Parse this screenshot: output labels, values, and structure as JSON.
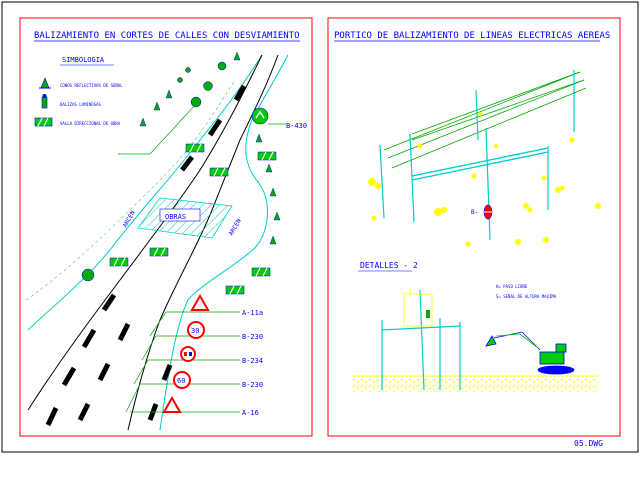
{
  "colors": {
    "frame": "#ff0000",
    "title": "#0000ff",
    "road": "#000000",
    "shoulder": "#00cccc",
    "vegetation": "#00aa00",
    "hatch": "#00cccc",
    "sign_red": "#ff0000",
    "callout": "#00aa00",
    "pole": "#00cccc",
    "cable": "#00aa00",
    "ground": "#ffff00"
  },
  "left_panel": {
    "title": "BALIZAMIENTO EN CORTES DE CALLES CON DESVIAMIENTO",
    "symbology": {
      "title": "SIMBOLOGIA",
      "items": [
        {
          "icon": "traffic-cone-icon",
          "label": "CONOS REFLECTIVOS DE SEÑAL"
        },
        {
          "icon": "warning-beacon-icon",
          "label": "BALIZAS LUMINOSAS"
        },
        {
          "icon": "barrier-fence-icon",
          "label": "VALLA DIRECCIONAL DE OBRA"
        }
      ]
    },
    "work_zone_label": "OBRAS",
    "shoulder_labels": [
      "ARCEN",
      "ARCEN"
    ],
    "sign_callouts": [
      {
        "code": "B-430",
        "sign": "mandatory-direction-sign-icon"
      },
      {
        "code": "A-11a",
        "sign": "warning-triangle-sign-icon"
      },
      {
        "code": "B-230",
        "sign": "speed-limit-sign-icon",
        "value": "30"
      },
      {
        "code": "B-234",
        "sign": "no-overtaking-sign-icon"
      },
      {
        "code": "B-230",
        "sign": "speed-limit-sign-icon",
        "value": "60"
      },
      {
        "code": "A-16",
        "sign": "warning-triangle-sign-icon"
      }
    ]
  },
  "right_panel": {
    "title": "PORTICO DE BALIZAMIENTO DE LINEAS ELECTRICAS AEREAS",
    "portal_label": "B-",
    "details": {
      "title": "DETALLES - 2",
      "notes": [
        "H= PASO LIBRE",
        "S= SEÑAL DE ALTURA MAXIMA"
      ]
    }
  },
  "file_name": "05.DWG"
}
